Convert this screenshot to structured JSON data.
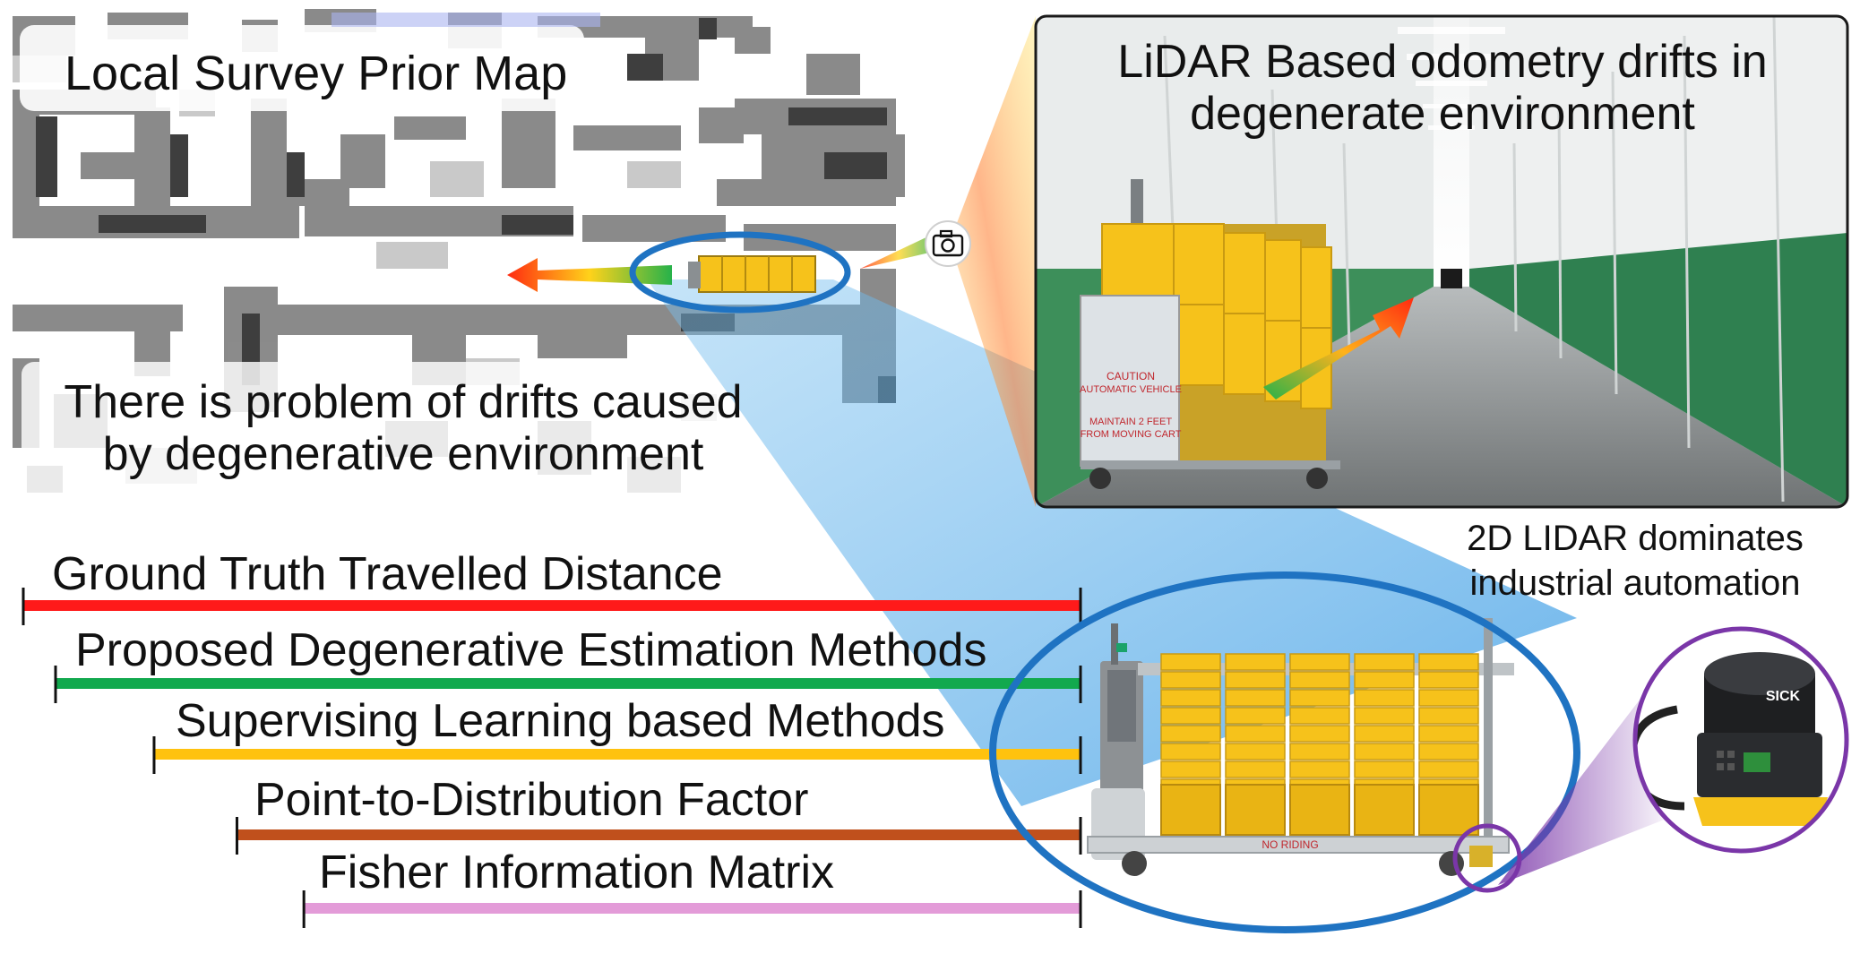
{
  "map": {
    "title": "Local Survey Prior Map",
    "note_line1": "There is problem of drifts caused",
    "note_line2": "by degenerative environment"
  },
  "corridor": {
    "caption_line1": "LiDAR Based odometry drifts in",
    "caption_line2": "degenerate environment",
    "vehicle_sign_caution": "CAUTION",
    "vehicle_sign_auto": "AUTOMATIC VEHICLE",
    "vehicle_sign_maintain": "MAINTAIN 2 FEET",
    "vehicle_sign_from": "FROM MOVING CART"
  },
  "lidar": {
    "caption_line1": "2D LIDAR dominates",
    "caption_line2": "industrial automation",
    "brand": "SICK",
    "cart_label": "NO RIDING"
  },
  "comparison_bars": [
    {
      "label": "Ground Truth Travelled Distance",
      "color": "#ff1a1a",
      "start_fraction": 0.0
    },
    {
      "label": "Proposed Degenerative Estimation Methods",
      "color": "#12a94e",
      "start_fraction": 0.0305
    },
    {
      "label": "Supervising Learning based Methods",
      "color": "#ffc20e",
      "start_fraction": 0.1237
    },
    {
      "label": "Point-to-Distribution Factor",
      "color": "#c0501c",
      "start_fraction": 0.2021
    },
    {
      "label": "Fisher Information Matrix",
      "color": "#e39bd8",
      "start_fraction": 0.2654
    }
  ],
  "colors": {
    "highlight_ring": "#1f73c2",
    "projection_fill": "#4aa8ea",
    "sensor_ring": "#7a36a8",
    "drift_arrow_start": "#2fb34a",
    "drift_arrow_end": "#ff3b10",
    "bin": "#f6c21b"
  },
  "icons": {
    "camera": "camera-icon"
  }
}
